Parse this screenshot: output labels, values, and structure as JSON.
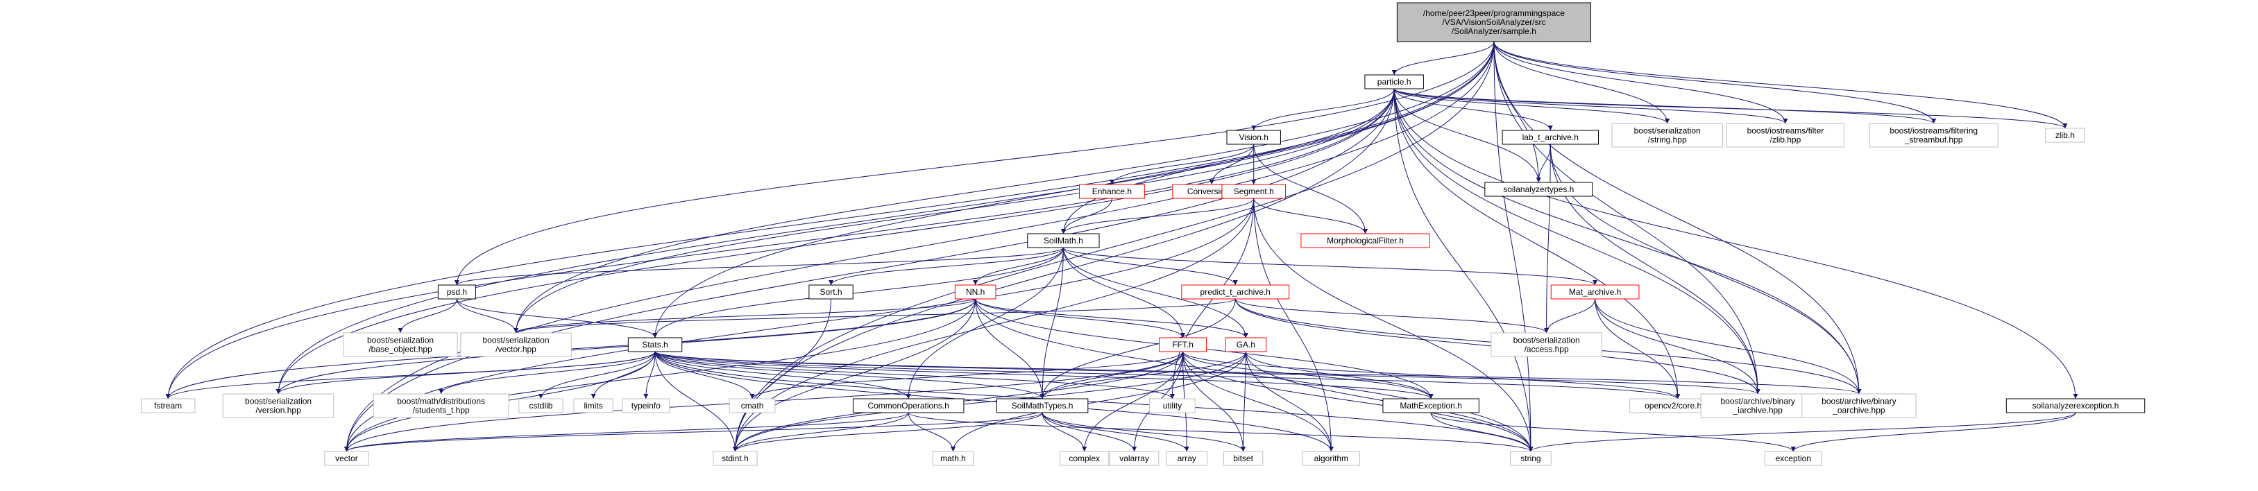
{
  "colors": {
    "edge": "#191970",
    "root_fill": "#bfbfbf",
    "root_stroke": "#000000",
    "file_stroke": "#000000",
    "red_stroke": "#ff0000",
    "system_stroke": "#bfbfbf",
    "text": "#000000"
  },
  "nodes": [
    {
      "id": "root",
      "label": [
        "/home/peer23peer/programmingspace",
        "/VSA/VisionSoilAnalyzer/src",
        "/SoilAnalyzer/sample.h"
      ],
      "kind": "root"
    },
    {
      "id": "particle",
      "label": [
        "particle.h"
      ],
      "kind": "file"
    },
    {
      "id": "vision",
      "label": [
        "Vision.h"
      ],
      "kind": "file"
    },
    {
      "id": "labtarchive",
      "label": [
        "lab_t_archive.h"
      ],
      "kind": "file"
    },
    {
      "id": "soilanalyzertypes",
      "label": [
        "soilanalyzertypes.h"
      ],
      "kind": "file"
    },
    {
      "id": "enhance",
      "label": [
        "Enhance.h"
      ],
      "kind": "red"
    },
    {
      "id": "conversion",
      "label": [
        "Conversion.h"
      ],
      "kind": "red"
    },
    {
      "id": "segment",
      "label": [
        "Segment.h"
      ],
      "kind": "red"
    },
    {
      "id": "morph",
      "label": [
        "MorphologicalFilter.h"
      ],
      "kind": "red"
    },
    {
      "id": "soilmath",
      "label": [
        "SoilMath.h"
      ],
      "kind": "file"
    },
    {
      "id": "psd",
      "label": [
        "psd.h"
      ],
      "kind": "file"
    },
    {
      "id": "sort",
      "label": [
        "Sort.h"
      ],
      "kind": "file"
    },
    {
      "id": "nn",
      "label": [
        "NN.h"
      ],
      "kind": "red"
    },
    {
      "id": "predict",
      "label": [
        "predict_t_archive.h"
      ],
      "kind": "red"
    },
    {
      "id": "matarchive",
      "label": [
        "Mat_archive.h"
      ],
      "kind": "red"
    },
    {
      "id": "stats",
      "label": [
        "Stats.h"
      ],
      "kind": "file"
    },
    {
      "id": "fft",
      "label": [
        "FFT.h"
      ],
      "kind": "red"
    },
    {
      "id": "ga",
      "label": [
        "GA.h"
      ],
      "kind": "red"
    },
    {
      "id": "commonops",
      "label": [
        "CommonOperations.h"
      ],
      "kind": "file"
    },
    {
      "id": "soilmathtypes",
      "label": [
        "SoilMathTypes.h"
      ],
      "kind": "file"
    },
    {
      "id": "mathexception",
      "label": [
        "MathException.h"
      ],
      "kind": "file"
    },
    {
      "id": "soilanalyzerexception",
      "label": [
        "soilanalyzerexception.h"
      ],
      "kind": "file"
    },
    {
      "id": "bser_string",
      "label": [
        "boost/serialization",
        "/string.hpp"
      ],
      "kind": "system"
    },
    {
      "id": "bio_zlib",
      "label": [
        "boost/iostreams/filter",
        "/zlib.hpp"
      ],
      "kind": "system"
    },
    {
      "id": "bio_streambuf",
      "label": [
        "boost/iostreams/filtering",
        "_streambuf.hpp"
      ],
      "kind": "system"
    },
    {
      "id": "zlib",
      "label": [
        "zlib.h"
      ],
      "kind": "system"
    },
    {
      "id": "bser_base",
      "label": [
        "boost/serialization",
        "/base_object.hpp"
      ],
      "kind": "system"
    },
    {
      "id": "bser_vector",
      "label": [
        "boost/serialization",
        "/vector.hpp"
      ],
      "kind": "system"
    },
    {
      "id": "bser_access",
      "label": [
        "boost/serialization",
        "/access.hpp"
      ],
      "kind": "system"
    },
    {
      "id": "fstream",
      "label": [
        "fstream"
      ],
      "kind": "system"
    },
    {
      "id": "bser_version",
      "label": [
        "boost/serialization",
        "/version.hpp"
      ],
      "kind": "system"
    },
    {
      "id": "bmath_students",
      "label": [
        "boost/math/distributions",
        "/students_t.hpp"
      ],
      "kind": "system"
    },
    {
      "id": "cstdlib",
      "label": [
        "cstdlib"
      ],
      "kind": "system"
    },
    {
      "id": "limits",
      "label": [
        "limits"
      ],
      "kind": "system"
    },
    {
      "id": "typeinfo",
      "label": [
        "typeinfo"
      ],
      "kind": "system"
    },
    {
      "id": "cmath",
      "label": [
        "cmath"
      ],
      "kind": "system"
    },
    {
      "id": "utility",
      "label": [
        "utility"
      ],
      "kind": "system"
    },
    {
      "id": "opencv",
      "label": [
        "opencv2/core.hpp"
      ],
      "kind": "system"
    },
    {
      "id": "bar_binary_i",
      "label": [
        "boost/archive/binary",
        "_iarchive.hpp"
      ],
      "kind": "system"
    },
    {
      "id": "bar_binary_o",
      "label": [
        "boost/archive/binary",
        "_oarchive.hpp"
      ],
      "kind": "system"
    },
    {
      "id": "vector",
      "label": [
        "vector"
      ],
      "kind": "system"
    },
    {
      "id": "stdint",
      "label": [
        "stdint.h"
      ],
      "kind": "system"
    },
    {
      "id": "mathh",
      "label": [
        "math.h"
      ],
      "kind": "system"
    },
    {
      "id": "complex",
      "label": [
        "complex"
      ],
      "kind": "system"
    },
    {
      "id": "valarray",
      "label": [
        "valarray"
      ],
      "kind": "system"
    },
    {
      "id": "array",
      "label": [
        "array"
      ],
      "kind": "system"
    },
    {
      "id": "bitset",
      "label": [
        "bitset"
      ],
      "kind": "system"
    },
    {
      "id": "algorithm",
      "label": [
        "algorithm"
      ],
      "kind": "system"
    },
    {
      "id": "string",
      "label": [
        "string"
      ],
      "kind": "system"
    },
    {
      "id": "exception",
      "label": [
        "exception"
      ],
      "kind": "system"
    }
  ],
  "edges": [
    [
      "root",
      "particle"
    ],
    [
      "root",
      "psd"
    ],
    [
      "root",
      "stats"
    ],
    [
      "root",
      "soilanalyzertypes"
    ],
    [
      "root",
      "bser_string"
    ],
    [
      "root",
      "bio_zlib"
    ],
    [
      "root",
      "bio_streambuf"
    ],
    [
      "root",
      "zlib"
    ],
    [
      "root",
      "bser_vector"
    ],
    [
      "root",
      "bser_version"
    ],
    [
      "root",
      "fstream"
    ],
    [
      "root",
      "vector"
    ],
    [
      "root",
      "stdint"
    ],
    [
      "root",
      "string"
    ],
    [
      "root",
      "bar_binary_i"
    ],
    [
      "root",
      "bar_binary_o"
    ],
    [
      "particle",
      "vision"
    ],
    [
      "particle",
      "soilmath"
    ],
    [
      "particle",
      "labtarchive"
    ],
    [
      "particle",
      "soilanalyzertypes"
    ],
    [
      "particle",
      "bser_string"
    ],
    [
      "particle",
      "bio_zlib"
    ],
    [
      "particle",
      "bio_streambuf"
    ],
    [
      "particle",
      "zlib"
    ],
    [
      "particle",
      "soilanalyzerexception"
    ],
    [
      "particle",
      "bser_vector"
    ],
    [
      "particle",
      "bser_version"
    ],
    [
      "particle",
      "fstream"
    ],
    [
      "particle",
      "vector"
    ],
    [
      "particle",
      "stdint"
    ],
    [
      "particle",
      "opencv"
    ],
    [
      "particle",
      "bar_binary_i"
    ],
    [
      "particle",
      "bar_binary_o"
    ],
    [
      "particle",
      "string"
    ],
    [
      "vision",
      "enhance"
    ],
    [
      "vision",
      "conversion"
    ],
    [
      "vision",
      "segment"
    ],
    [
      "vision",
      "morph"
    ],
    [
      "labtarchive",
      "soilanalyzertypes"
    ],
    [
      "labtarchive",
      "bser_access"
    ],
    [
      "labtarchive",
      "bar_binary_i"
    ],
    [
      "labtarchive",
      "bar_binary_o"
    ],
    [
      "enhance",
      "soilmath"
    ],
    [
      "segment",
      "soilmath"
    ],
    [
      "segment",
      "morph"
    ],
    [
      "segment",
      "stdint"
    ],
    [
      "segment",
      "vector"
    ],
    [
      "segment",
      "string"
    ],
    [
      "segment",
      "utility"
    ],
    [
      "segment",
      "algorithm"
    ],
    [
      "soilmath",
      "psd"
    ],
    [
      "soilmath",
      "sort"
    ],
    [
      "soilmath",
      "nn"
    ],
    [
      "soilmath",
      "predict"
    ],
    [
      "soilmath",
      "matarchive"
    ],
    [
      "soilmath",
      "stats"
    ],
    [
      "soilmath",
      "fft"
    ],
    [
      "soilmath",
      "ga"
    ],
    [
      "soilmath",
      "commonops"
    ],
    [
      "soilmath",
      "soilmathtypes"
    ],
    [
      "psd",
      "stats"
    ],
    [
      "psd",
      "bser_base"
    ],
    [
      "psd",
      "bser_vector"
    ],
    [
      "sort",
      "stdint"
    ],
    [
      "nn",
      "soilmathtypes"
    ],
    [
      "nn",
      "ga"
    ],
    [
      "nn",
      "fft"
    ],
    [
      "nn",
      "bser_vector"
    ],
    [
      "nn",
      "bser_version"
    ],
    [
      "nn",
      "fstream"
    ],
    [
      "nn",
      "vector"
    ],
    [
      "nn",
      "stdint"
    ],
    [
      "nn",
      "mathexception"
    ],
    [
      "nn",
      "string"
    ],
    [
      "predict",
      "soilmathtypes"
    ],
    [
      "predict",
      "bser_access"
    ],
    [
      "predict",
      "bser_vector"
    ],
    [
      "predict",
      "bar_binary_i"
    ],
    [
      "predict",
      "bar_binary_o"
    ],
    [
      "matarchive",
      "bser_access"
    ],
    [
      "matarchive",
      "opencv"
    ],
    [
      "matarchive",
      "bar_binary_i"
    ],
    [
      "matarchive",
      "bar_binary_o"
    ],
    [
      "stats",
      "commonops"
    ],
    [
      "stats",
      "soilmathtypes"
    ],
    [
      "stats",
      "mathexception"
    ],
    [
      "stats",
      "bser_version"
    ],
    [
      "stats",
      "bmath_students"
    ],
    [
      "stats",
      "cstdlib"
    ],
    [
      "stats",
      "limits"
    ],
    [
      "stats",
      "typeinfo"
    ],
    [
      "stats",
      "cmath"
    ],
    [
      "stats",
      "utility"
    ],
    [
      "stats",
      "fstream"
    ],
    [
      "stats",
      "vector"
    ],
    [
      "stats",
      "stdint"
    ],
    [
      "stats",
      "string"
    ],
    [
      "stats",
      "algorithm"
    ],
    [
      "stats",
      "opencv"
    ],
    [
      "stats",
      "bar_binary_i"
    ],
    [
      "stats",
      "bar_binary_o"
    ],
    [
      "fft",
      "soilmathtypes"
    ],
    [
      "fft",
      "mathexception"
    ],
    [
      "fft",
      "complex"
    ],
    [
      "fft",
      "valarray"
    ],
    [
      "fft",
      "array"
    ],
    [
      "fft",
      "bitset"
    ],
    [
      "fft",
      "algorithm"
    ],
    [
      "fft",
      "stdint"
    ],
    [
      "fft",
      "vector"
    ],
    [
      "fft",
      "cmath"
    ],
    [
      "fft",
      "string"
    ],
    [
      "fft",
      "opencv"
    ],
    [
      "ga",
      "soilmathtypes"
    ],
    [
      "ga",
      "mathexception"
    ],
    [
      "ga",
      "bitset"
    ],
    [
      "ga",
      "algorithm"
    ],
    [
      "ga",
      "stdint"
    ],
    [
      "ga",
      "mathh"
    ],
    [
      "ga",
      "string"
    ],
    [
      "commonops",
      "vector"
    ],
    [
      "commonops",
      "stdint"
    ],
    [
      "commonops",
      "mathh"
    ],
    [
      "commonops",
      "string"
    ],
    [
      "soilmathtypes",
      "vector"
    ],
    [
      "soilmathtypes",
      "stdint"
    ],
    [
      "soilmathtypes",
      "complex"
    ],
    [
      "soilmathtypes",
      "valarray"
    ],
    [
      "soilmathtypes",
      "array"
    ],
    [
      "soilmathtypes",
      "bitset"
    ],
    [
      "mathexception",
      "string"
    ],
    [
      "mathexception",
      "exception"
    ],
    [
      "soilanalyzerexception",
      "exception"
    ],
    [
      "soilanalyzerexception",
      "string"
    ]
  ]
}
